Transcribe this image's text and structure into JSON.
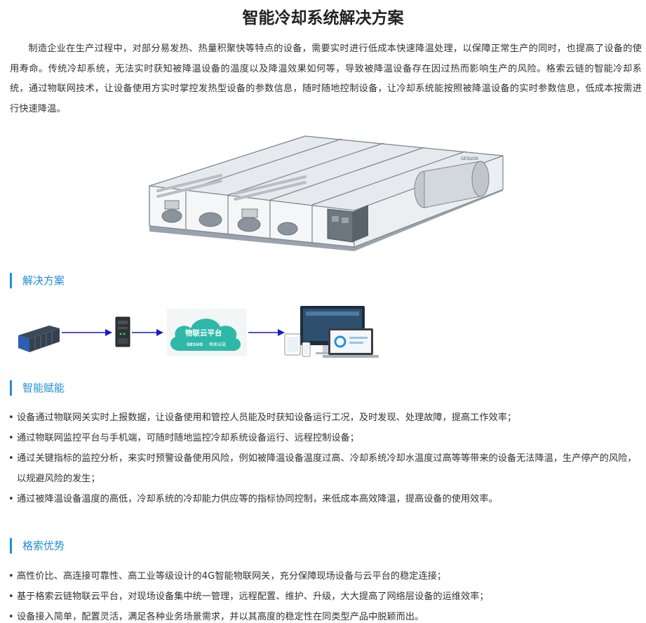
{
  "page": {
    "title": "智能冷却系统解决方案",
    "intro": "制造企业在生产过程中，对部分易发热、热量积聚快等特点的设备，需要实时进行低成本快速降温处理，以保障正常生产的同时，也提高了设备的使用寿命。传统冷却系统，无法实时获知被降温设备的温度以及降温效果如何等，导致被降温设备存在因过热而影响生产的风险。格索云链的智能冷却系统，通过物联网技术，让设备使用方实时掌控发热型设备的参数信息，随时随地控制设备，让冷却系统能按照被降温设备的实时参数信息，低成本按需进行快速降温。"
  },
  "hero": {
    "brand": "GESUOX"
  },
  "sections": {
    "solution": "解决方案",
    "empower": "智能赋能",
    "advantage": "格索优势"
  },
  "flow": {
    "cloud_title": "物联云平台",
    "cloud_brand": "GESUO",
    "cloud_brand_cn": "格索云链"
  },
  "empower_items": [
    "设备通过物联网关实时上报数据，让设备使用和管控人员能及时获知设备运行工况，及时发现、处理故障，提高工作效率；",
    "通过物联网监控平台与手机端，可随时随地监控冷却系统设备运行、远程控制设备；",
    "通过关键指标的监控分析，来实时预警设备使用风险，例如被降温设备温度过高、冷却系统冷却水温度过高等等带来的设备无法降温，生产停产的风险，以规避风险的发生；",
    "通过被降温设备温度的高低，冷却系统的冷却能力供应等的指标协同控制，来低成本高效降温，提高设备的使用效率。"
  ],
  "advantage_items": [
    "高性价比、高连接可靠性、高工业等级设计的4G智能物联网关，充分保障现场设备与云平台的稳定连接；",
    "基于格索云链物联云平台，对现场设备集中统一管理，远程配置、维护、升级，大大提高了网络层设备的运维效率；",
    "设备接入简单，配置灵活，满足各种业务场景需求，并以其高度的稳定性在同类型产品中脱颖而出。"
  ],
  "bullet_char": "•",
  "colors": {
    "accent": "#1f8fd6",
    "arrow": "#1a1acc",
    "cloud": "#2fb8a8",
    "text": "#333333"
  }
}
